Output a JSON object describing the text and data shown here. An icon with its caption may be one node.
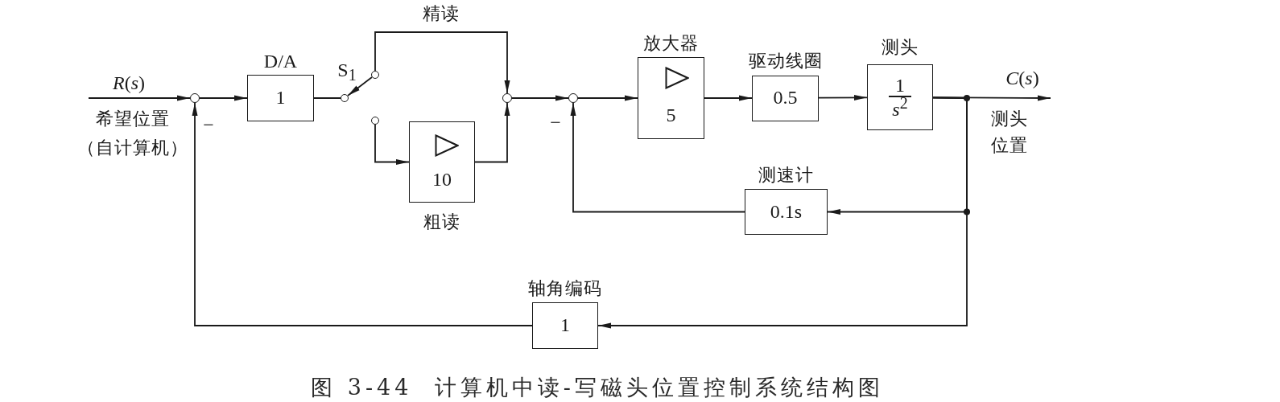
{
  "diagram": {
    "caption": "图 3-44  计算机中读-写磁头位置控制系统结构图",
    "nodes": [
      {
        "text": [],
        "shape": "circle"
      },
      {
        "text": [
          "D/A",
          "1"
        ]
      },
      {
        "text": [],
        "shape": "circle"
      },
      {
        "text": [],
        "shape": "circle"
      },
      {
        "text": [],
        "shape": "circle"
      },
      {
        "text": [
          "10"
        ],
        "beside": [
          "粗读"
        ]
      },
      {
        "text": [],
        "shape": "circle"
      },
      {
        "text": [],
        "shape": "circle"
      },
      {
        "text": [
          "放大器",
          "5"
        ]
      },
      {
        "text": [
          "驱动线圈",
          "0.5"
        ]
      },
      {
        "text": [
          "测头",
          "1",
          "*s*$^{2}$"
        ]
      },
      {
        "text": [
          "测速计",
          "0.1s"
        ]
      },
      {
        "text": [
          "轴角编码",
          "1"
        ]
      }
    ],
    "edges": [
      {
        "from": null,
        "to": 0,
        "arrow": "to",
        "label": "*R*(*s*)"
      },
      {
        "from": 0,
        "to": 1,
        "arrow": "to"
      },
      {
        "from": 1,
        "to": 2,
        "arrow": "none"
      },
      {
        "from": 3,
        "to": 2,
        "arrow": "to"
      },
      {
        "from": 3,
        "to": 6,
        "arrow": "to",
        "label": "精读"
      },
      {
        "from": 4,
        "to": 5,
        "arrow": "to"
      },
      {
        "from": 5,
        "to": 6,
        "arrow": "to"
      },
      {
        "from": 6,
        "to": 7,
        "arrow": "to"
      },
      {
        "from": 7,
        "to": 8,
        "arrow": "to"
      },
      {
        "from": 8,
        "to": 9,
        "arrow": "to"
      },
      {
        "from": 9,
        "to": 10,
        "arrow": "to"
      },
      {
        "from": 10,
        "to": null,
        "arrow": "to",
        "label": "*C*(*s*)"
      },
      {
        "from": 10,
        "to": 11,
        "arrow": "to"
      },
      {
        "from": 10,
        "to": 12,
        "arrow": "to"
      },
      {
        "from": 11,
        "to": 7,
        "arrow": "to"
      },
      {
        "from": 12,
        "to": 0,
        "arrow": "to"
      }
    ],
    "labels": [
      "希望位置（自计算机）",
      "−",
      "S$_{1}$",
      "−",
      "测头位置"
    ]
  }
}
